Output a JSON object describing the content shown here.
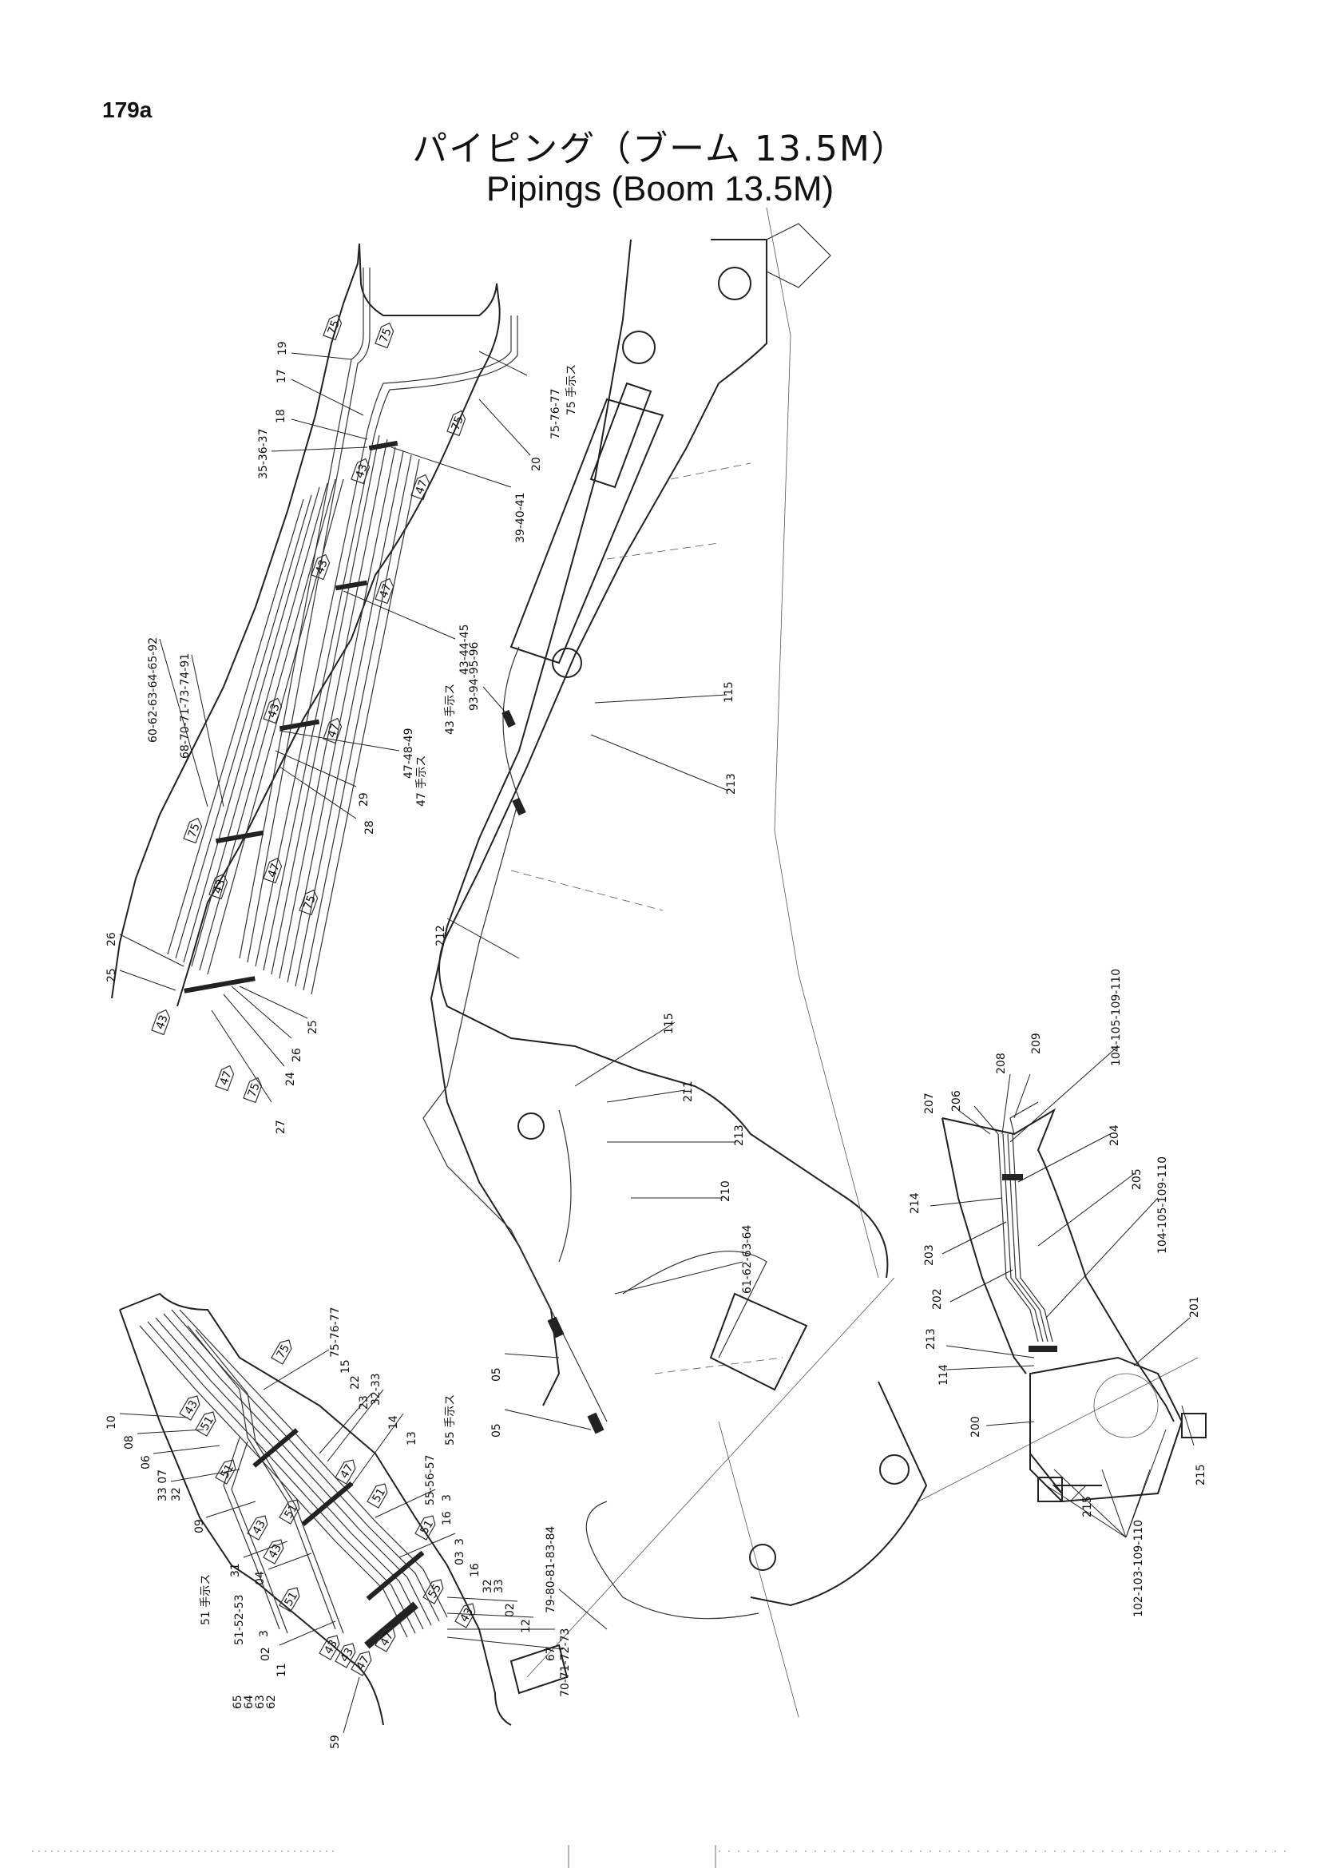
{
  "page": {
    "number": "179a"
  },
  "title": {
    "japanese": "パイピング（ブーム 13.5M）",
    "english": "Pipings (Boom 13.5M)"
  },
  "upper_left_view": {
    "callouts": [
      "19",
      "17",
      "18",
      "35-36-37",
      "75-76-77",
      "20",
      "39-40-41",
      "60-62-63-64-65-92",
      "68-70-71-73-74-91",
      "43-44-45",
      "47-48-49",
      "29",
      "28",
      "26",
      "25",
      "25",
      "26",
      "24",
      "27"
    ],
    "notes": [
      "75 手示ス",
      "43 手示ス",
      "47 手示ス"
    ],
    "tags": [
      "75",
      "75",
      "75",
      "43",
      "47",
      "43",
      "47",
      "43",
      "47",
      "75",
      "43",
      "47",
      "75",
      "43",
      "47",
      "75"
    ]
  },
  "main_view": {
    "callouts": [
      "93-94-95-96",
      "115",
      "213",
      "212",
      "115",
      "211",
      "213",
      "210",
      "61-62-63-64",
      "05",
      "05",
      "79-80-81-83-84"
    ]
  },
  "lower_left_view": {
    "callouts": [
      "75-76-77",
      "15",
      "22",
      "10",
      "08",
      "06",
      "33 07",
      "32",
      "09",
      "31",
      "04",
      "51-52-53",
      "02",
      "11",
      "3",
      "65",
      "64",
      "63",
      "62",
      "59",
      "23",
      "32-33",
      "14",
      "13",
      "55-56-57",
      "16",
      "3",
      "3",
      "03",
      "16",
      "32",
      "33",
      "02",
      "12",
      "67",
      "70-71-72-73"
    ],
    "notes": [
      "55 手示ス",
      "51 手示ス"
    ],
    "tags": [
      "75",
      "43",
      "51",
      "51",
      "47",
      "51",
      "43",
      "51",
      "43",
      "51",
      "47",
      "43",
      "51",
      "43",
      "47",
      "43",
      "55"
    ]
  },
  "right_view": {
    "callouts": [
      "207",
      "206",
      "208",
      "209",
      "104-105-109-110",
      "204",
      "104-105-109-110",
      "205",
      "214",
      "203",
      "202",
      "213",
      "114",
      "201",
      "200",
      "215",
      "215",
      "102-103-109-110"
    ]
  }
}
